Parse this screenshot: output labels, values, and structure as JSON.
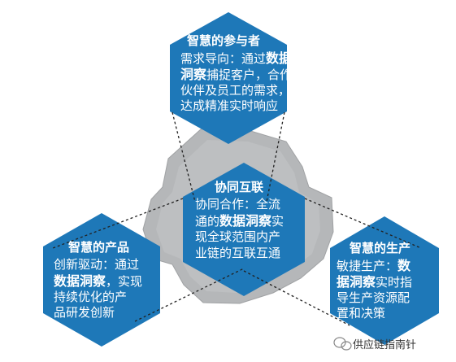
{
  "colors": {
    "hex_blue": "#1e78b8",
    "gear_gray": "#b5b7b9",
    "gear_edge": "#9fa1a3",
    "text": "#ffffff",
    "dashed_line": "#222222"
  },
  "top": {
    "title": "智慧的参与者",
    "lines": [
      [
        "需求导向：通过",
        "数据"
      ],
      [
        "洞察",
        "捕捉客户，合作"
      ],
      [
        "伙伴及员工的需求，"
      ],
      [
        "达成精准实时响应"
      ]
    ]
  },
  "center": {
    "title": "协同互联",
    "line1": "协同合作：全流",
    "line2_pre": "通的",
    "line2_bold": "数据洞察",
    "line2_post": "实",
    "line3": "现全球范围内产",
    "line4": "业链的互联互通"
  },
  "left": {
    "title": "智慧的产品",
    "line1": "创新驱动：通过",
    "line2_bold": "数据洞察",
    "line2_post": "，实现",
    "line3": "持续优化的产",
    "line4": "品研发创新"
  },
  "right": {
    "title": "智慧的生产",
    "line1_pre": "敏捷生产：",
    "line1_bold": "数",
    "line2_bold": "据洞察",
    "line2_post": "实时指",
    "line3": "导生产资源配",
    "line4": "置和决策"
  },
  "watermark": {
    "icon": "wechat-icon",
    "text": "供应链指南针"
  }
}
